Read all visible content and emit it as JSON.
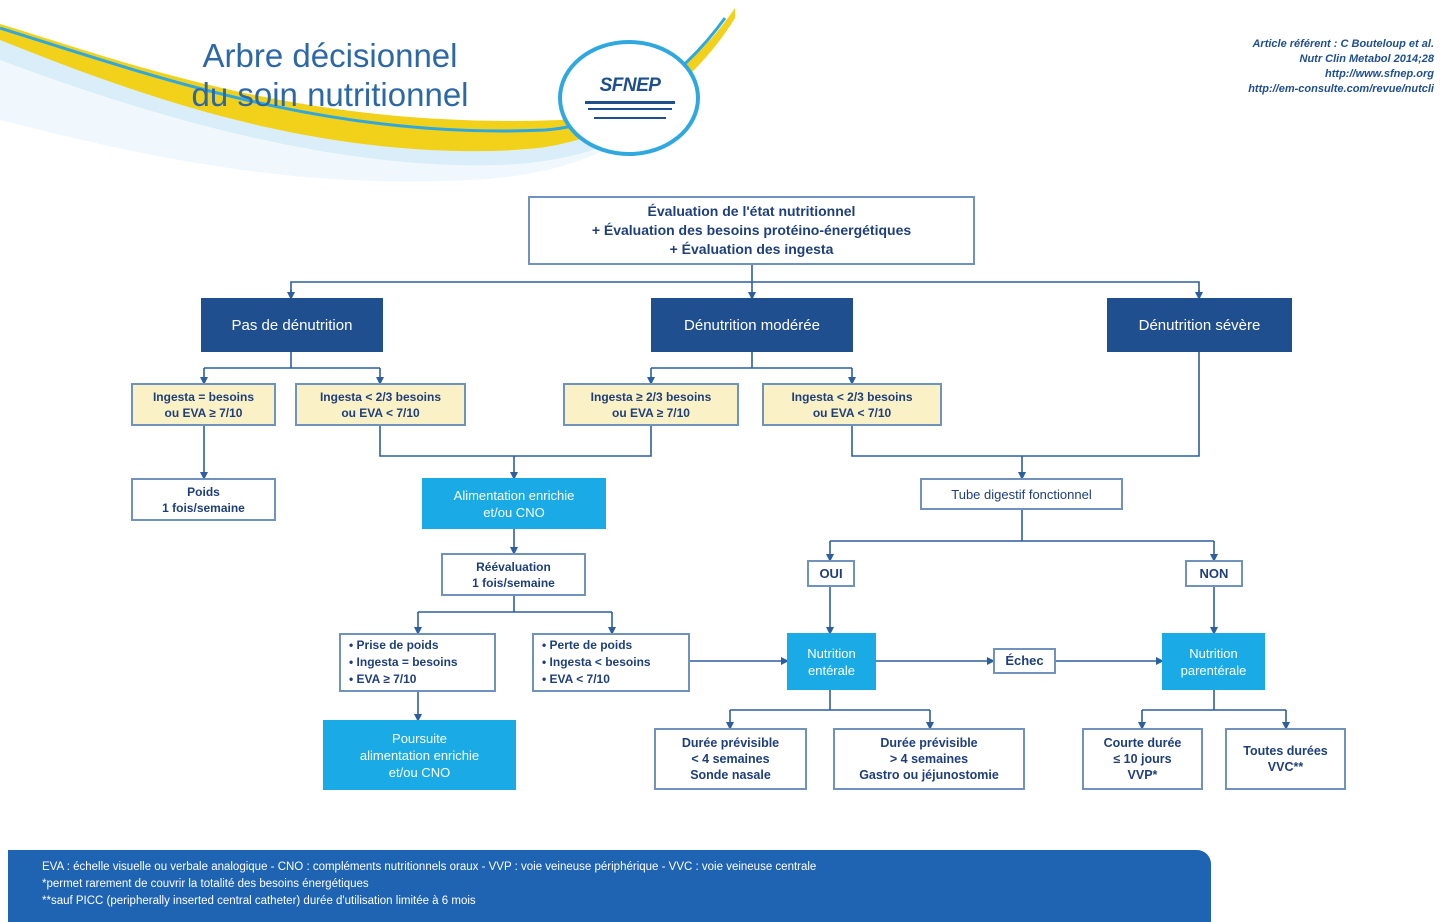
{
  "header": {
    "title_line1": "Arbre décisionnel",
    "title_line2": "du soin nutritionnel",
    "logo_text": "SFNEP",
    "reference": [
      "Article référent : C Bouteloup et al.",
      "Nutr Clin Metabol 2014;28",
      "http://www.sfnep.org",
      "http://em-consulte.com/revue/nutcli"
    ]
  },
  "diagram": {
    "top": {
      "line1": "Évaluation de l'état nutritionnel",
      "line2": "+ Évaluation des besoins protéino-énergétiques",
      "line3": "+ Évaluation des ingesta"
    },
    "categories": {
      "none": "Pas de dénutrition",
      "moderate": "Dénutrition modérée",
      "severe": "Dénutrition sévère"
    },
    "conditions": {
      "c1_l1": "Ingesta = besoins",
      "c1_l2": "ou EVA ≥ 7/10",
      "c2_l1": "Ingesta < 2/3 besoins",
      "c2_l2": "ou EVA < 7/10",
      "c3_l1": "Ingesta ≥ 2/3 besoins",
      "c3_l2": "ou EVA ≥ 7/10",
      "c4_l1": "Ingesta < 2/3 besoins",
      "c4_l2": "ou EVA < 7/10"
    },
    "weight": {
      "l1": "Poids",
      "l2": "1 fois/semaine"
    },
    "enriched": {
      "l1": "Alimentation enrichie",
      "l2": "et/ou CNO"
    },
    "reeval": {
      "l1": "Réévaluation",
      "l2": "1 fois/semaine"
    },
    "gain": [
      "• Prise de poids",
      "• Ingesta = besoins",
      "• EVA ≥ 7/10"
    ],
    "loss": [
      "• Perte de poids",
      "• Ingesta < besoins",
      "• EVA < 7/10"
    ],
    "continue": {
      "l1": "Poursuite",
      "l2": "alimentation enrichie",
      "l3": "et/ou CNO"
    },
    "tube": "Tube digestif fonctionnel",
    "oui": "OUI",
    "non": "NON",
    "echec": "Échec",
    "enteral": {
      "l1": "Nutrition",
      "l2": "entérale"
    },
    "parenteral": {
      "l1": "Nutrition",
      "l2": "parentérale"
    },
    "duration1": {
      "l1": "Durée prévisible",
      "l2": "< 4 semaines",
      "l3": "Sonde nasale"
    },
    "duration2": {
      "l1": "Durée prévisible",
      "l2": "> 4 semaines",
      "l3": "Gastro ou jéjunostomie"
    },
    "short": {
      "l1": "Courte durée",
      "l2": "≤ 10 jours",
      "l3": "VVP*"
    },
    "all": {
      "l1": "Toutes durées",
      "l2": "VVC**"
    }
  },
  "footer": {
    "line1": "EVA : échelle visuelle ou verbale analogique - CNO : compléments nutritionnels oraux - VVP : voie veineuse périphérique - VVC : voie veineuse centrale",
    "line2": "*permet rarement de couvrir la totalité des besoins énergétiques",
    "line3": "**sauf PICC (peripherally inserted central catheter) durée d'utilisation limitée à 6 mois"
  },
  "colors": {
    "navy": "#1f4f8f",
    "cyan": "#1aabe6",
    "beige": "#fbf1c6",
    "line": "#2d5f9e",
    "swoosh_blue": "#2fa8e0",
    "swoosh_yellow": "#f2d11b"
  }
}
